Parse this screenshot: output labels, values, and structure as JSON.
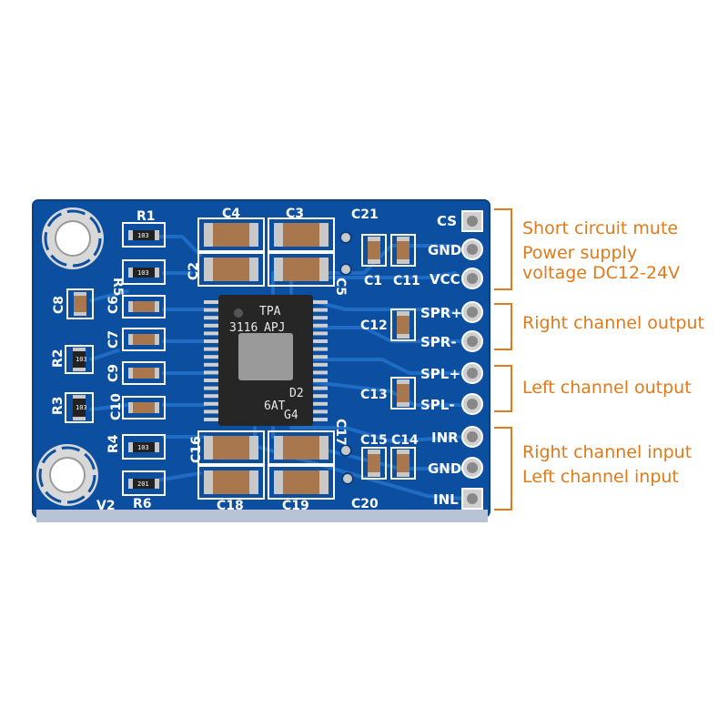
{
  "colors": {
    "pcb": "#0c4fa0",
    "trace": "#1f6cc4",
    "silk": "#ffffff",
    "pad": "#c8c8c8",
    "cap_body": "#a8774e",
    "chip": "#262626",
    "annotation": "#e07a1a"
  },
  "chip": {
    "lines": [
      "TPA",
      "3116",
      "APJ",
      "D2",
      "6AT",
      "G4"
    ]
  },
  "pins": [
    {
      "label": "CS"
    },
    {
      "label": "GND"
    },
    {
      "label": "VCC"
    },
    {
      "label": "SPR+"
    },
    {
      "label": "SPR-"
    },
    {
      "label": "SPL+"
    },
    {
      "label": "SPL-"
    },
    {
      "label": "INR"
    },
    {
      "label": "GND"
    },
    {
      "label": "INL"
    }
  ],
  "annotations": [
    {
      "text": "Short circuit mute"
    },
    {
      "text": "Power supply"
    },
    {
      "text": "voltage DC12-24V"
    },
    {
      "text": "Right channel output"
    },
    {
      "text": "Left channel output"
    },
    {
      "text": "Right channel input"
    },
    {
      "text": "Left channel input"
    }
  ],
  "components": {
    "R1": "R1",
    "R2": "R2",
    "R3": "R3",
    "R4": "R4",
    "R5": "R5",
    "R6": "R6",
    "C1": "C1",
    "C2": "C2",
    "C3": "C3",
    "C4": "C4",
    "C5": "C5",
    "C6": "C6",
    "C7": "C7",
    "C8": "C8",
    "C9": "C9",
    "C10": "C10",
    "C11": "C11",
    "C12": "C12",
    "C13": "C13",
    "C14": "C14",
    "C15": "C15",
    "C16": "C16",
    "C17": "C17",
    "C18": "C18",
    "C19": "C19",
    "C20": "C20",
    "C21": "C21",
    "V2": "V2"
  },
  "resistor_codes": {
    "R1": "103",
    "R2": "103",
    "R3": "103",
    "R4": "103",
    "R5": "103",
    "R6": "201"
  }
}
